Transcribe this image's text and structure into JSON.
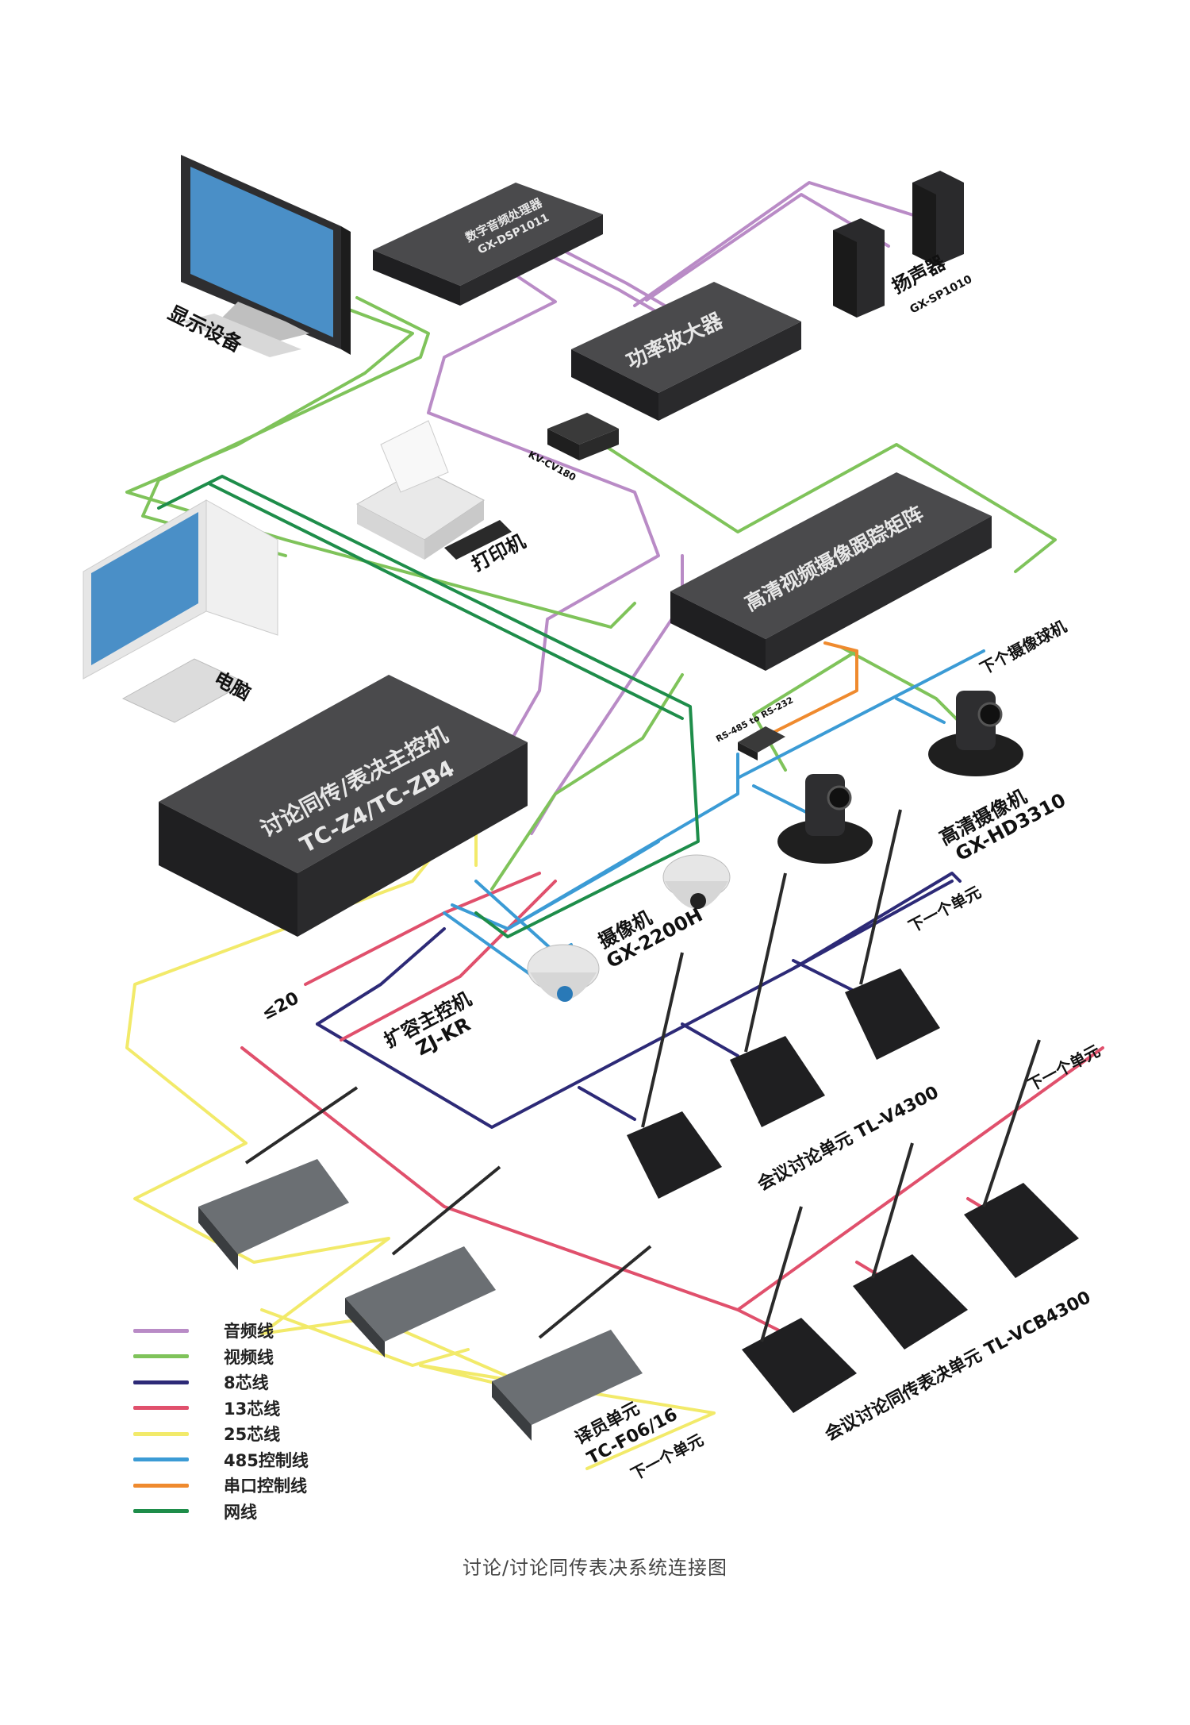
{
  "colors": {
    "audio": "#b98bc6",
    "video": "#7fc35a",
    "core8": "#2d2a77",
    "core13": "#e0506c",
    "core25": "#f2ea6a",
    "ctrl485": "#3b9bd5",
    "serial": "#ef8a2e",
    "network": "#1e8d4a"
  },
  "devices": {
    "display": "显示设备",
    "dsp_name": "数字音频处理器",
    "dsp_model": "GX-DSP1011",
    "amp": "功率放大器",
    "speaker_name": "扬声器",
    "speaker_model": "GX-SP1010",
    "printer": "打印机",
    "converter": "KV-CV180",
    "pc": "电脑",
    "matrix": "高清视频摄像跟踪矩阵",
    "rs485": "RS-485 to RS-232",
    "next_camera": "下个摄像球机",
    "hd_camera_name": "高清摄像机",
    "hd_camera_model": "GX-HD3310",
    "host_name": "讨论同传/表决主控机",
    "host_model": "TC-Z4/TC-ZB4",
    "dome_name": "摄像机",
    "dome_model": "GX-2200H",
    "ext_name": "扩容主控机",
    "ext_model": "ZJ-KR",
    "le20": "≤20",
    "next_unit": "下一个单元",
    "disc_unit": "会议讨论单元  TL-V4300",
    "vote_unit": "会议讨论同传表决单元  TL-VCB4300",
    "interp_name": "译员单元",
    "interp_model": "TC-F06/16"
  },
  "legend": [
    {
      "label": "音频线",
      "color": "#b98bc6"
    },
    {
      "label": "视频线",
      "color": "#7fc35a"
    },
    {
      "label": "8芯线",
      "color": "#2d2a77"
    },
    {
      "label": "13芯线",
      "color": "#e0506c"
    },
    {
      "label": "25芯线",
      "color": "#f2ea6a"
    },
    {
      "label": "485控制线",
      "color": "#3b9bd5"
    },
    {
      "label": "串口控制线",
      "color": "#ef8a2e"
    },
    {
      "label": "网线",
      "color": "#1e8d4a"
    }
  ],
  "caption": "讨论/讨论同传表决系统连接图"
}
